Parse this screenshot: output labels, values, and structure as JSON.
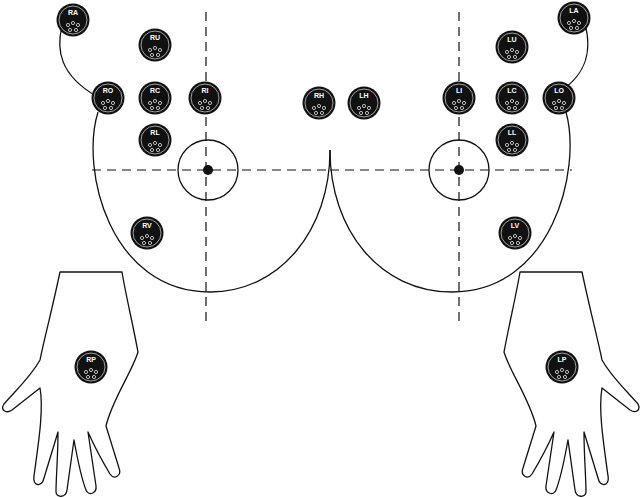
{
  "diagram": {
    "nodes": [
      {
        "text": [
          "RA"
        ]
      },
      {
        "text": [
          "LA"
        ]
      },
      {
        "text": [
          "RU"
        ]
      },
      {
        "text": [
          "LU"
        ]
      },
      {
        "text": [
          "RO"
        ]
      },
      {
        "text": [
          "RC"
        ]
      },
      {
        "text": [
          "RI"
        ]
      },
      {
        "text": [
          "RH"
        ]
      },
      {
        "text": [
          "LH"
        ]
      },
      {
        "text": [
          "LI"
        ]
      },
      {
        "text": [
          "LC"
        ]
      },
      {
        "text": [
          "LO"
        ]
      },
      {
        "text": [
          "RL"
        ]
      },
      {
        "text": [
          "LL"
        ]
      },
      {
        "text": [
          "RV"
        ]
      },
      {
        "text": [
          "LV"
        ]
      },
      {
        "text": [
          "RP"
        ]
      },
      {
        "text": [
          "LP"
        ]
      }
    ]
  }
}
